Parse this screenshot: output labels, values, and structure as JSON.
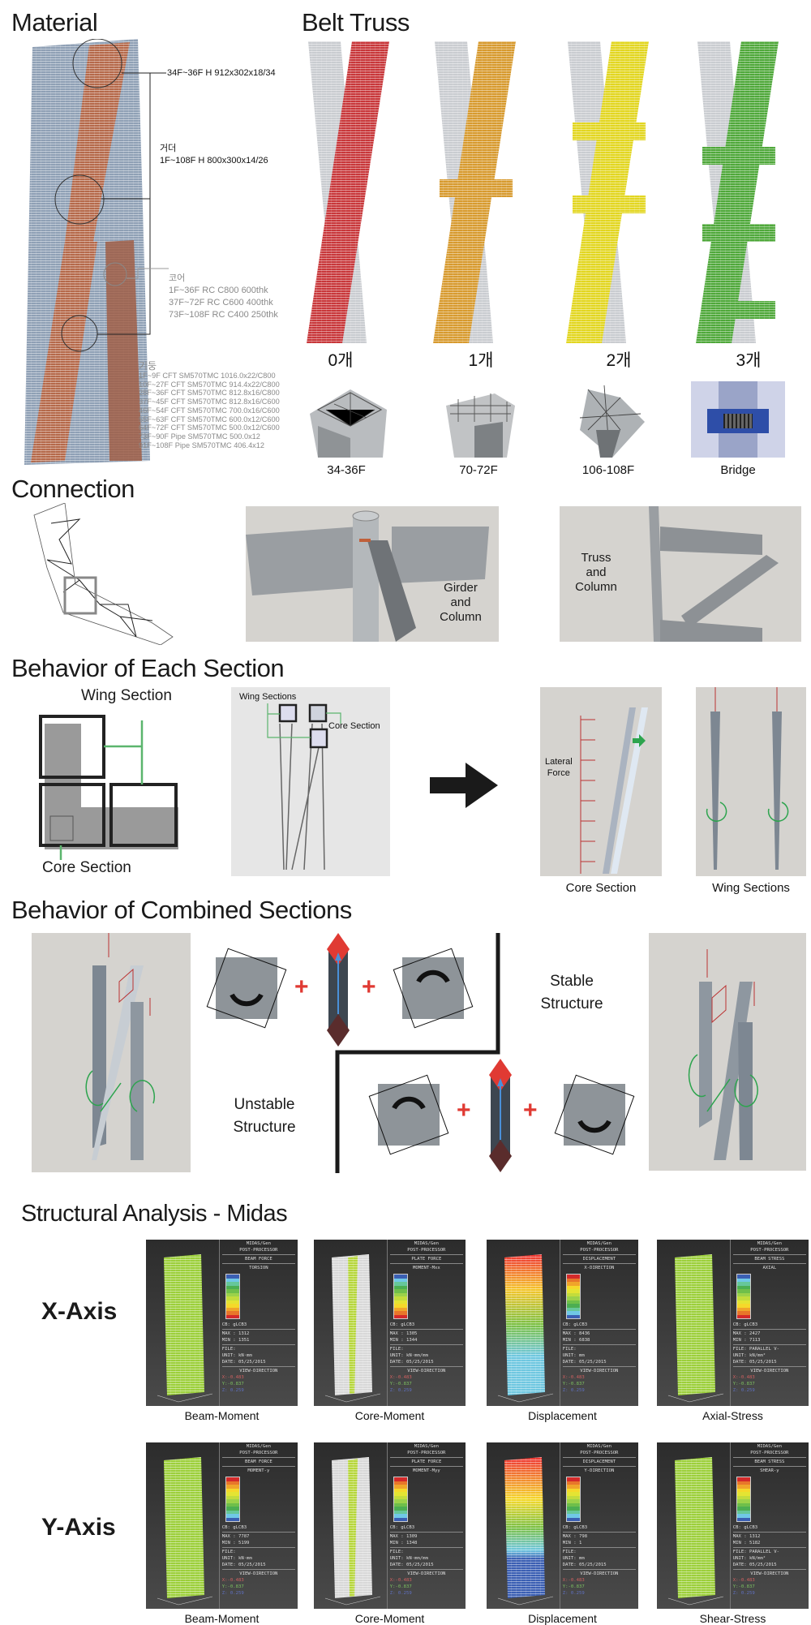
{
  "material": {
    "title": "Material",
    "girder_top": "34F~36F H 912x302x18/34",
    "girder_head": "거더",
    "girder_spec": "1F~108F H 800x300x14/26",
    "core_head": "코어",
    "core_specs": [
      "1F~36F RC C800 600thk",
      "37F~72F RC C600 400thk",
      "73F~108F RC C400 250thk"
    ],
    "column_head": "기둥",
    "column_specs": [
      "1F~9F CFT SM570TMC 1016.0x22/C800",
      "10F~27F CFT SM570TMC 914.4x22/C800",
      "28F~36F CFT SM570TMC 812.8x16/C800",
      "37F~45F CFT SM570TMC 812.8x16/C600",
      "46F~54F CFT SM570TMC 700.0x16/C600",
      "55F~63F CFT SM570TMC 600.0x12/C600",
      "64F~72F CFT SM570TMC 500.0x12/C600",
      "73F~90F Pipe SM570TMC 500.0x12",
      "91F~108F Pipe SM570TMC 406.4x12"
    ]
  },
  "belt_truss": {
    "title": "Belt Truss",
    "variants": [
      {
        "label": "0개",
        "color": "#c8373a",
        "count": 0
      },
      {
        "label": "1개",
        "color": "#d79a2e",
        "count": 1
      },
      {
        "label": "2개",
        "color": "#e2d620",
        "count": 2
      },
      {
        "label": "3개",
        "color": "#4fa83a",
        "count": 3
      }
    ],
    "details": [
      "34-36F",
      "70-72F",
      "106-108F",
      "Bridge"
    ]
  },
  "connection": {
    "title": "Connection",
    "girder_caption": [
      "Girder",
      "and",
      "Column"
    ],
    "truss_caption": [
      "Truss",
      "and",
      "Column"
    ]
  },
  "each_section": {
    "title": "Behavior of Each Section",
    "wing_label": "Wing Section",
    "core_label": "Core Section",
    "diagram_wing": "Wing Sections",
    "diagram_core": "Core Section",
    "lateral_force": [
      "Lateral",
      "Force"
    ],
    "caption_core": "Core Section",
    "caption_wing": "Wing Sections"
  },
  "combined": {
    "title": "Behavior of Combined Sections",
    "stable": [
      "Stable",
      "Structure"
    ],
    "unstable": [
      "Unstable",
      "Structure"
    ],
    "plus": "+"
  },
  "analysis": {
    "title": "Structural Analysis - Midas",
    "row_labels": [
      "X-Axis",
      "Y-Axis"
    ],
    "legend_colors": [
      "#d42a2a",
      "#e8762a",
      "#f0a52a",
      "#f5d92a",
      "#e4e433",
      "#c3dc3c",
      "#9cd24a",
      "#6fbf4a",
      "#4cae52",
      "#66c79a",
      "#70c8e6",
      "#3b5fb3"
    ],
    "common": {
      "app": "MIDAS/Gen",
      "proc": "POST-PROCESSOR",
      "cb": "CB: gLCB3",
      "date": "DATE: 05/25/2015",
      "view": "VIEW-DIRECTION",
      "vx": "X:-0.483",
      "vy": "Y:-0.837",
      "vz": "Z: 0.259"
    },
    "panels": [
      {
        "caption": "Beam-Moment",
        "type": "BEAM FORCE",
        "component": "TORSION",
        "max": "MAX : 1312",
        "min": "MIN : 1351",
        "file": "FILE:",
        "unit": "UNIT: kN·mm",
        "legend_top": "blue",
        "model": "green"
      },
      {
        "caption": "Core-Moment",
        "type": "PLATE FORCE",
        "component": "MOMENT-Mxx",
        "max": "MAX : 1305",
        "min": "MIN : 1344",
        "file": "FILE:",
        "unit": "UNIT: kN·mm/mm",
        "legend_top": "blue",
        "model": "white"
      },
      {
        "caption": "Displacement",
        "type": "DISPLACEMENT",
        "component": "X-DIRECTION",
        "max": "MAX : 8436",
        "min": "MIN : 6838",
        "file": "FILE:",
        "unit": "UNIT: mm",
        "legend_top": "red",
        "model": "gradient-x"
      },
      {
        "caption": "Axial-Stress",
        "type": "BEAM STRESS",
        "component": "AXIAL",
        "max": "MAX : 2427",
        "min": "MIN : 7113",
        "file": "FILE: PARALLEL V-",
        "unit": "UNIT: kN/mm²",
        "legend_top": "blue",
        "model": "green"
      },
      {
        "caption": "Beam-Moment",
        "type": "BEAM FORCE",
        "component": "MOMENT-y",
        "max": "MAX : 7787",
        "min": "MIN : 5199",
        "file": "FILE:",
        "unit": "UNIT: kN·mm",
        "legend_top": "red",
        "model": "green"
      },
      {
        "caption": "Core-Moment",
        "type": "PLATE FORCE",
        "component": "MOMENT-Myy",
        "max": "MAX : 1309",
        "min": "MIN : 1348",
        "file": "FILE:",
        "unit": "UNIT: kN·mm/mm",
        "legend_top": "red",
        "model": "white"
      },
      {
        "caption": "Displacement",
        "type": "DISPLACEMENT",
        "component": "Y-DIRECTION",
        "max": "MAX : 798",
        "min": "MIN : 1",
        "file": "FILE:",
        "unit": "UNIT: mm",
        "legend_top": "red",
        "model": "gradient-y"
      },
      {
        "caption": "Shear-Stress",
        "type": "BEAM STRESS",
        "component": "SHEAR-y",
        "max": "MAX : 1312",
        "min": "MIN : 5182",
        "file": "FILE: PARALLEL V-",
        "unit": "UNIT: kN/mm²",
        "legend_top": "red",
        "model": "green"
      }
    ]
  }
}
